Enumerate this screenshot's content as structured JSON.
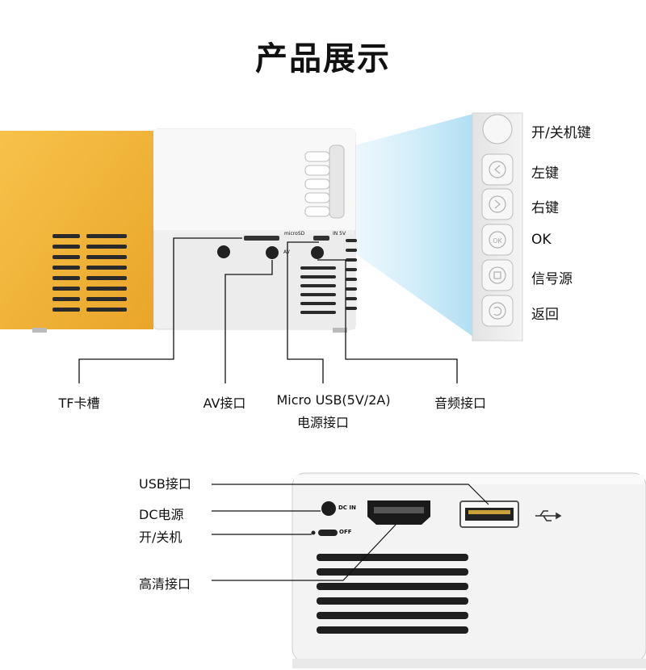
{
  "title": "产品展示",
  "top_labels": {
    "tf": "TF卡槽",
    "av": "AV接口",
    "micro_usb_line1": "Micro USB(5V/2A)",
    "micro_usb_line2": "电源接口",
    "audio": "音频接口"
  },
  "panel_buttons": [
    "开/关机键",
    "左键",
    "右键",
    "OK",
    "信号源",
    "返回"
  ],
  "device_small_labels": {
    "microsd": "microSD",
    "in5v": "IN 5V",
    "av": "AV",
    "dc_in": "DC IN",
    "off": "OFF",
    "ok": "OK"
  },
  "bottom_labels": {
    "usb": "USB接口",
    "dc": "DC电源",
    "power": "开/关机",
    "hdmi": "高清接口"
  },
  "colors": {
    "accent_yellow": "#F2B33A",
    "device_white": "#F2F2F2",
    "beam_blue": "#BFE6F6"
  },
  "icons": [
    "power-button-icon",
    "left-arrow-icon",
    "right-arrow-icon",
    "ok-icon",
    "source-icon",
    "return-icon",
    "usb-symbol-icon"
  ]
}
